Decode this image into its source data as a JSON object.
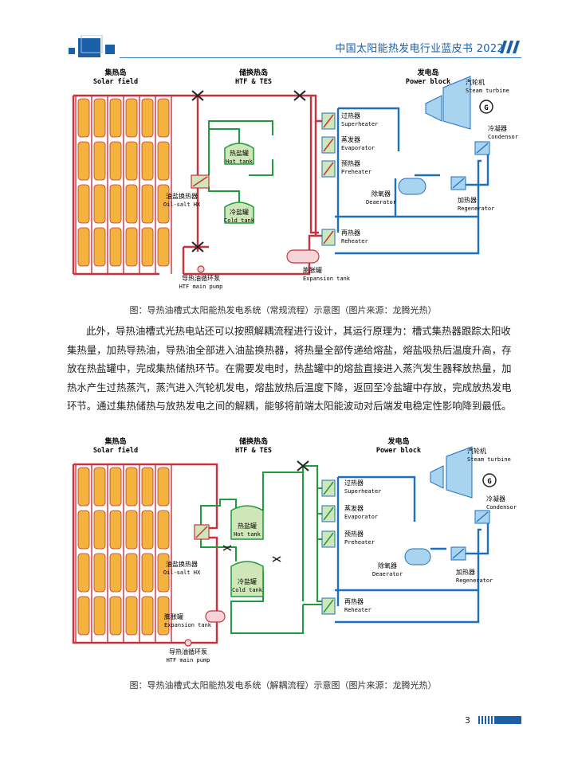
{
  "header": {
    "title": "中国太阳能热发电行业蓝皮书 2022",
    "accent": "#1a5fa8"
  },
  "diagram1": {
    "section_solar_cn": "集热岛",
    "section_solar_en": "Solar field",
    "section_tes_cn": "储换热岛",
    "section_tes_en": "HTF & TES",
    "section_power_cn": "发电岛",
    "section_power_en": "Power block",
    "turbine_cn": "汽轮机",
    "turbine_en": "Steam turbine",
    "generator": "G",
    "condenser_cn": "冷凝器",
    "condenser_en": "Condensor",
    "superheater_cn": "过热器",
    "superheater_en": "Superheater",
    "evaporator_cn": "蒸发器",
    "evaporator_en": "Evaporator",
    "preheater_cn": "预热器",
    "preheater_en": "Preheater",
    "deaerator_cn": "除氧器",
    "deaerator_en": "Deaerator",
    "regenerator_cn": "加热器",
    "regenerator_en": "Regenerator",
    "reheater_cn": "再热器",
    "reheater_en": "Reheater",
    "hot_tank_cn": "热盐罐",
    "hot_tank_en": "Hot tank",
    "cold_tank_cn": "冷盐罐",
    "cold_tank_en": "Cold tank",
    "oilsalt_cn": "油盐换热器",
    "oilsalt_en": "Oil-salt HX",
    "pump_cn": "导热油循环泵",
    "pump_en": "HTF main pump",
    "expansion_cn": "膨胀罐",
    "expansion_en": "Expansion tank"
  },
  "caption1": "图：导热油槽式太阳能热发电系统（常规流程）示意图（图片来源：龙腾光热）",
  "paragraph": [
    "此外，导热油槽式光热电站还可以按照解耦流程进行设计，其运行原理为：槽式集热器跟踪太阳收",
    "集热量，加热导热油，导热油全部进入油盐换热器，将热量全部传递给熔盐，熔盐吸热后温度升高，存",
    "放在热盐罐中，完成集热储热环节。在需要发电时，热盐罐中的熔盐直接进入蒸汽发生器释放热量，加",
    "热水产生过热蒸汽，蒸汽进入汽轮机发电，熔盐放热后温度下降，返回至冷盐罐中存放，完成放热发电",
    "环节。通过集热储热与放热发电之间的解耦，能够将前端太阳能波动对后端发电稳定性影响降到最低。"
  ],
  "diagram2": {
    "section_solar_cn": "集热岛",
    "section_solar_en": "Solar field",
    "section_tes_cn": "储换热岛",
    "section_tes_en": "HTF & TES",
    "section_power_cn": "发电岛",
    "section_power_en": "Power block",
    "turbine_cn": "汽轮机",
    "turbine_en": "Steam turbine",
    "generator": "G",
    "condenser_cn": "冷凝器",
    "condenser_en": "Condensor",
    "superheater_cn": "过热器",
    "superheater_en": "Superheater",
    "evaporator_cn": "蒸发器",
    "evaporator_en": "Evaporator",
    "preheater_cn": "预热器",
    "preheater_en": "Preheater",
    "deaerator_cn": "除氧器",
    "deaerator_en": "Deaerator",
    "regenerator_cn": "加热器",
    "regenerator_en": "Regenerator",
    "reheater_cn": "再热器",
    "reheater_en": "Reheater",
    "hot_tank_cn": "热盐罐",
    "hot_tank_en": "Hot tank",
    "cold_tank_cn": "冷盐罐",
    "cold_tank_en": "Cold tank",
    "oilsalt_cn": "油盐换热器",
    "oilsalt_en": "Oil-salt HX",
    "pump_cn": "导热油循环泵",
    "pump_en": "HTF main pump",
    "expansion_cn": "膨胀罐",
    "expansion_en": "Expansion tank"
  },
  "caption2": "图：导热油槽式太阳能热发电系统（解耦流程）示意图（图片来源：龙腾光热）",
  "page_number": "3",
  "colors": {
    "htf_red": "#c8323c",
    "salt_green": "#1f9a3c",
    "water_blue": "#1d6fc0",
    "collector_orange": "#f4b23e",
    "tank_fill": "#cfe6b8"
  }
}
